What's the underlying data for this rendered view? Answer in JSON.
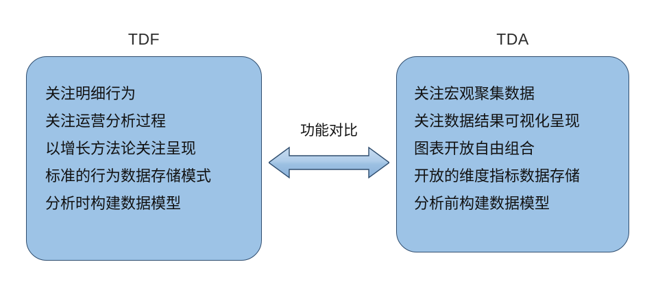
{
  "diagram": {
    "type": "two-panel-comparison",
    "left_panel": {
      "title": "TDF",
      "lines": [
        "关注明细行为",
        "关注运营分析过程",
        "以增长方法论关注呈现",
        "标准的行为数据存储模式",
        "分析时构建数据模型"
      ]
    },
    "right_panel": {
      "title": "TDA",
      "lines": [
        "关注宏观聚集数据",
        "关注数据结果可视化呈现",
        "图表开放自由组合",
        "开放的维度指标数据存储",
        "分析前构建数据模型"
      ]
    },
    "connector": {
      "label": "功能对比",
      "icon": "double-headed-arrow"
    },
    "colors": {
      "panel_fill": "#9DC3E6",
      "panel_border": "#2E4C6D",
      "arrow_fill_top": "#BDD7EE",
      "arrow_fill_bottom": "#8FB4DC",
      "arrow_border": "#2E4C6D",
      "title_text": "#2B2B2B",
      "body_text": "#111111",
      "background": "#FFFFFF"
    }
  }
}
